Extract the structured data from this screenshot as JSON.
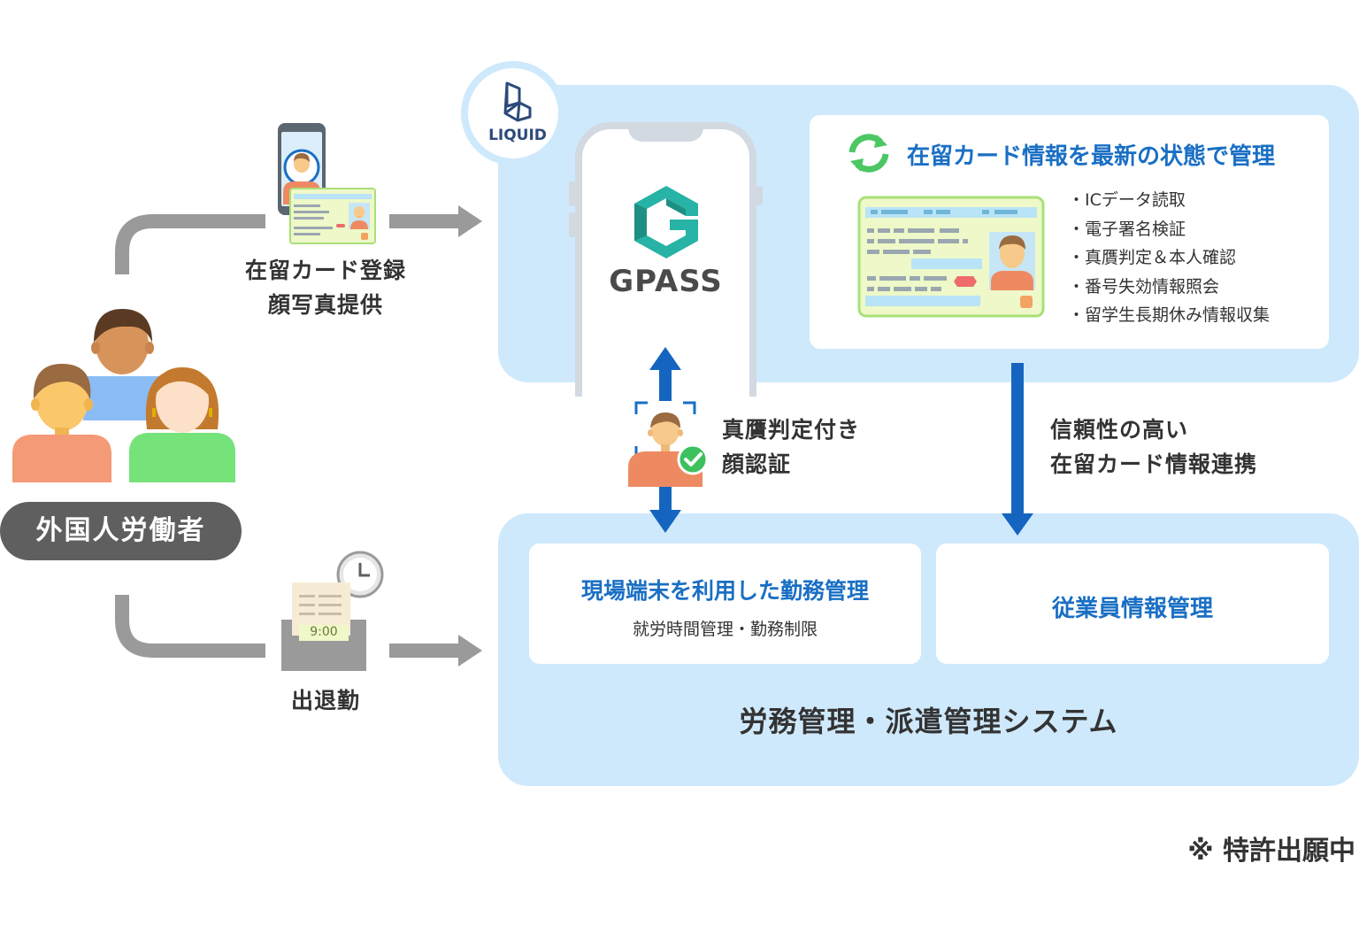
{
  "top_panel": {
    "logo_text": "LIQUID",
    "app_name": "GPASS",
    "feature_title": "在留カード情報を最新の状態で管理",
    "features": [
      "・ICデータ読取",
      "・電子署名検証",
      "・真贋判定＆本人確認",
      "・番号失効情報照会",
      "・留学生長期休み情報収集"
    ]
  },
  "worker": {
    "label": "外国人労働者",
    "register_label_line1": "在留カード登録",
    "register_label_line2": "顔写真提供",
    "attendance_label": "出退勤",
    "clock_time": "9:00"
  },
  "face_auth": {
    "label_line1": "真贋判定付き",
    "label_line2": "顔認証"
  },
  "data_link": {
    "label_line1": "信頼性の高い",
    "label_line2": "在留カード情報連携"
  },
  "bottom_panel": {
    "card1_title": "現場端末を利用した勤務管理",
    "card1_sub": "就労時間管理・勤務制限",
    "card2_title": "従業員情報管理",
    "system_title": "労務管理・派遣管理システム"
  },
  "footnote": "※ 特許出願中",
  "colors": {
    "panel": "#cfe9fc",
    "accent_blue": "#1a6fc4",
    "arrow_blue": "#1565c0",
    "connector_gray": "#9a9a9a",
    "gpass_teal": "#27b3a5",
    "badge_gray": "#5f5f5f"
  },
  "icons": [
    "liquid-logo-icon",
    "gpass-logo-icon",
    "sync-icon",
    "residence-card-icon",
    "phone-icon",
    "face-scan-icon",
    "check-icon",
    "time-clock-icon",
    "workers-group-icon"
  ]
}
